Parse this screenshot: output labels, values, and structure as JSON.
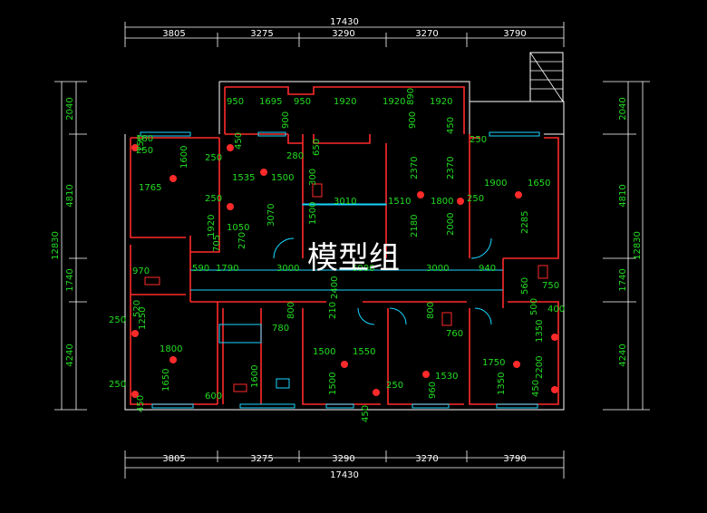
{
  "watermark": "模型组",
  "colors": {
    "background": "#000000",
    "walls": "#ff2a2a",
    "dimensions": "#22dd22",
    "frame": "#ffffff",
    "fixtures": "#18d6ff"
  },
  "dims": {
    "top_total": "17430",
    "top_segments": [
      "3805",
      "3275",
      "3290",
      "3270",
      "3790"
    ],
    "bottom_total": "17430",
    "bottom_segments": [
      "3805",
      "3275",
      "3290",
      "3270",
      "3790"
    ],
    "left_total": "12830",
    "left_segments": [
      "2040",
      "4810",
      "1740",
      "4240"
    ],
    "right_total": "12830",
    "right_segments": [
      "2040",
      "4810",
      "1740",
      "4240"
    ]
  },
  "interior_dims": [
    "950",
    "1695",
    "950",
    "1920",
    "1920",
    "890",
    "1920",
    "180",
    "250",
    "150",
    "1600",
    "250",
    "450",
    "900",
    "900",
    "450",
    "250",
    "1535",
    "1500",
    "280",
    "650",
    "300",
    "2370",
    "2370",
    "1765",
    "1900",
    "1650",
    "3010",
    "1510",
    "1800",
    "250",
    "250",
    "3070",
    "1500",
    "2180",
    "2000",
    "2285",
    "1920",
    "1050",
    "705",
    "270",
    "970",
    "590",
    "1790",
    "3000",
    "6000",
    "3000",
    "940",
    "2400",
    "560",
    "750",
    "520",
    "1250",
    "250",
    "210",
    "780",
    "800",
    "800",
    "500",
    "400",
    "760",
    "1350",
    "1800",
    "1500",
    "1550",
    "1750",
    "2200",
    "1650",
    "1600",
    "1500",
    "1530",
    "960",
    "1350",
    "450",
    "250",
    "600",
    "250",
    "450",
    "450"
  ]
}
